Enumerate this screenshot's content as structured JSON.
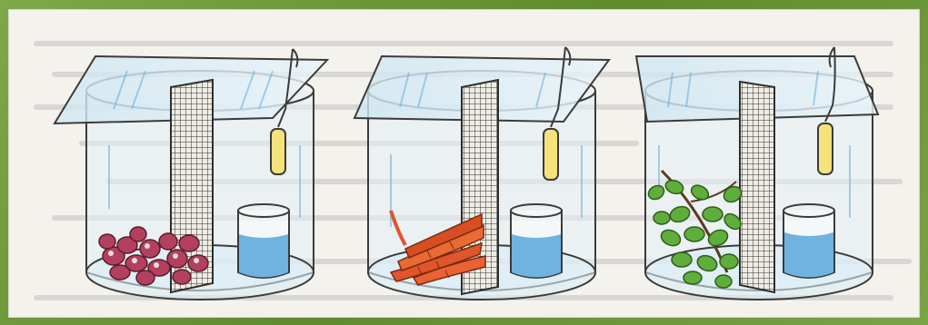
{
  "illustration": {
    "panels": [
      {
        "content": "seeds"
      },
      {
        "content": "carrots"
      },
      {
        "content": "leafy-branch"
      }
    ]
  },
  "colors": {
    "frame": "#6f9a3c",
    "paper": "#f4f2ec",
    "glass_line": "#3b3b3b",
    "glass_tint": "#d9ecf6",
    "water": "#6fb3e0",
    "seeds": "#b2405e",
    "carrots": "#e0552a",
    "leaves": "#5fae3c",
    "tube": "#f4e27a"
  }
}
